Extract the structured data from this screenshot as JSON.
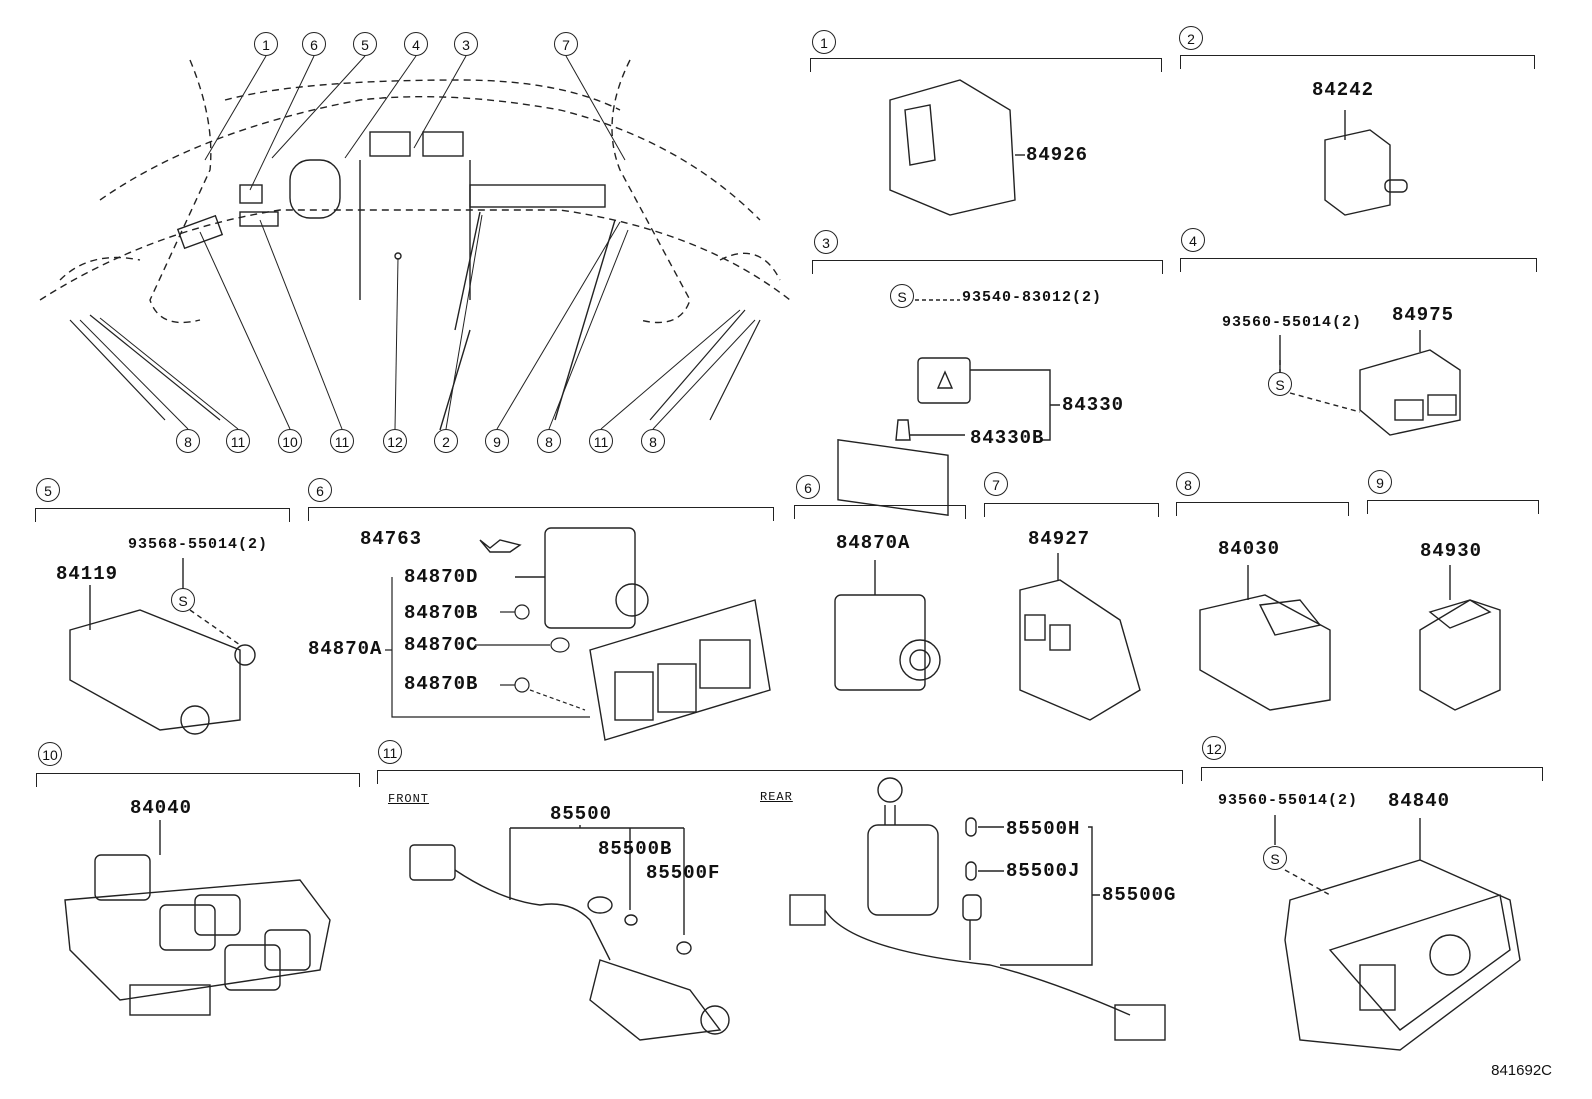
{
  "overview": {
    "top_callouts": [
      "1",
      "6",
      "5",
      "4",
      "3",
      "7"
    ],
    "bottom_callouts": [
      "8",
      "11",
      "10",
      "11",
      "12",
      "2",
      "9",
      "8",
      "11",
      "8"
    ]
  },
  "sections": [
    {
      "number": "1",
      "labels": [
        "84926"
      ]
    },
    {
      "number": "2",
      "labels": [
        "84242"
      ]
    },
    {
      "number": "3",
      "labels": [
        "93540-83012(2)",
        "84330",
        "84330B"
      ],
      "screw": "S"
    },
    {
      "number": "4",
      "labels": [
        "93560-55014(2)",
        "84975"
      ],
      "screw": "S"
    },
    {
      "number": "5",
      "labels": [
        "93568-55014(2)",
        "84119"
      ],
      "screw": "S"
    },
    {
      "number": "6",
      "labels": [
        "84763",
        "84870D",
        "84870B",
        "84870A",
        "84870C",
        "84870B"
      ]
    },
    {
      "number": "6",
      "labels": [
        "84870A"
      ]
    },
    {
      "number": "7",
      "labels": [
        "84927"
      ]
    },
    {
      "number": "8",
      "labels": [
        "84030"
      ]
    },
    {
      "number": "9",
      "labels": [
        "84930"
      ]
    },
    {
      "number": "10",
      "labels": [
        "84040"
      ]
    },
    {
      "number": "11",
      "labels": [
        "FRONT",
        "85500",
        "85500B",
        "85500F",
        "REAR",
        "85500H",
        "85500J",
        "85500G"
      ]
    },
    {
      "number": "12",
      "labels": [
        "93560-55014(2)",
        "84840"
      ],
      "screw": "S"
    }
  ],
  "illustration_code": "841692C"
}
